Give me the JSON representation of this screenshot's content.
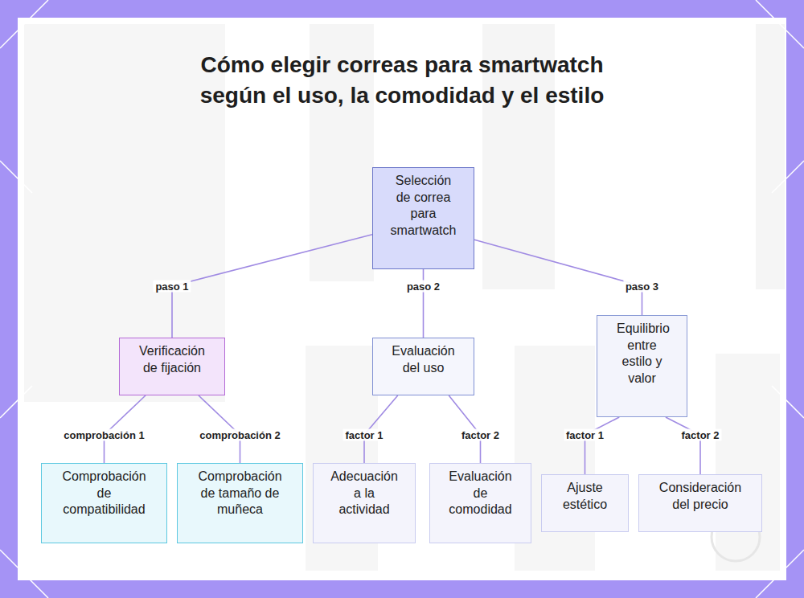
{
  "diagram": {
    "title": "Cómo elegir correas para smartwatch según el uso, la comodidad y el estilo",
    "nodes": [
      {
        "text": [
          "Selección de correa para smartwatch"
        ]
      },
      {
        "text": [
          "Verificación de fijación"
        ]
      },
      {
        "text": [
          "Evaluación del uso"
        ]
      },
      {
        "text": [
          "Equilibrio entre estilo y valor"
        ]
      },
      {
        "text": [
          "Comprobación de compatibilidad"
        ]
      },
      {
        "text": [
          "Comprobación de tamaño de muñeca"
        ]
      },
      {
        "text": [
          "Adecuación a la actividad"
        ]
      },
      {
        "text": [
          "Evaluación de comodidad"
        ]
      },
      {
        "text": [
          "Ajuste estético"
        ]
      },
      {
        "text": [
          "Consideración del precio"
        ]
      }
    ],
    "edges": [
      {
        "from": 0,
        "to": 1,
        "label": "paso 1",
        "arrow": "none"
      },
      {
        "from": 0,
        "to": 2,
        "label": "paso 2",
        "arrow": "none"
      },
      {
        "from": 0,
        "to": 3,
        "label": "paso 3",
        "arrow": "none"
      },
      {
        "from": 1,
        "to": 4,
        "label": "comprobación 1",
        "arrow": "none"
      },
      {
        "from": 1,
        "to": 5,
        "label": "comprobación 2",
        "arrow": "none"
      },
      {
        "from": 2,
        "to": 6,
        "label": "factor 1",
        "arrow": "none"
      },
      {
        "from": 2,
        "to": 7,
        "label": "factor 2",
        "arrow": "none"
      },
      {
        "from": 3,
        "to": 8,
        "label": "factor 1",
        "arrow": "none"
      },
      {
        "from": 3,
        "to": 9,
        "label": "factor 2",
        "arrow": "none"
      }
    ]
  }
}
